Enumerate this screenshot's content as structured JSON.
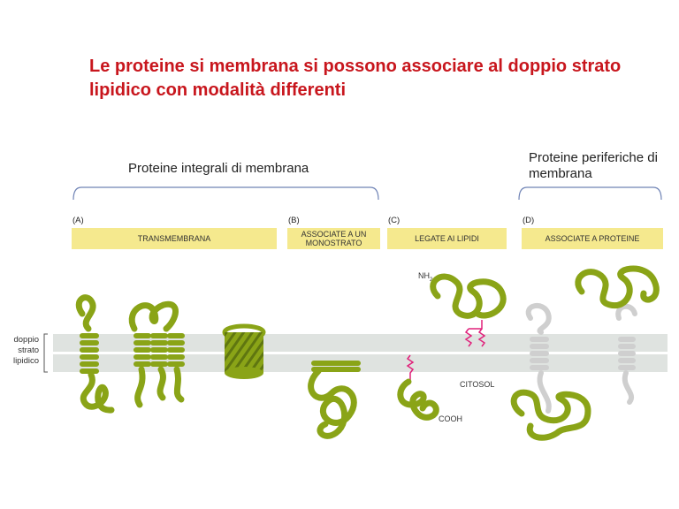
{
  "title": "Le proteine si membrana si possono associare al doppio strato lipidico con modalità differenti",
  "groups": {
    "integral": "Proteine integrali di membrana",
    "peripheral": "Proteine periferiche di membrana"
  },
  "categories": [
    {
      "letter": "(A)",
      "label": "TRANSMEMBRANA"
    },
    {
      "letter": "(B)",
      "label": "ASSOCIATE A UN MONOSTRATO"
    },
    {
      "letter": "(C)",
      "label": "LEGATE AI LIPIDI"
    },
    {
      "letter": "(D)",
      "label": "ASSOCIATE A PROTEINE"
    }
  ],
  "membrane_label": "doppio strato lipidico",
  "annotations": {
    "nh2_text": "NH",
    "nh2_sub": "2",
    "cytosol": "CITOSOL",
    "cooh": "COOH"
  },
  "colors": {
    "title": "#c8161d",
    "band": "#f5e98e",
    "membrane": "#dfe3e0",
    "protein": "#8aa417",
    "protein_dark": "#5f7610",
    "peripheral_protein": "#cfcfcf",
    "lipid_anchor": "#e0207a"
  }
}
